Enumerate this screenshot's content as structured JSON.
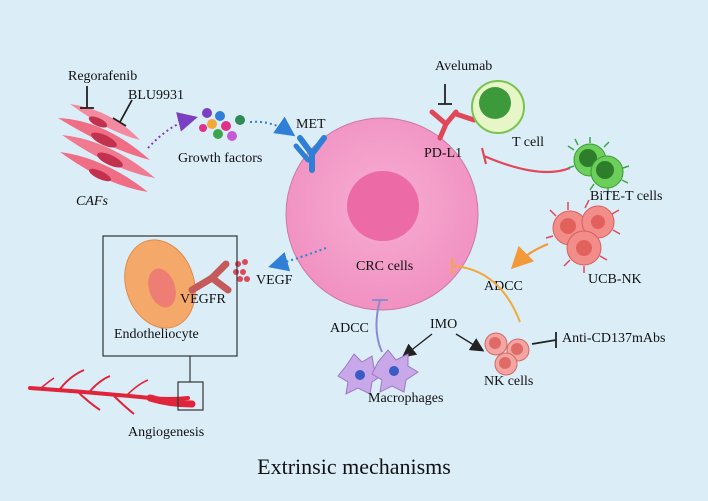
{
  "title": "Extrinsic mechanisms",
  "labels": {
    "regorafenib": "Regorafenib",
    "blu9931": "BLU9931",
    "cafs": "CAFs",
    "growth_factors": "Growth factors",
    "met": "MET",
    "avelumab": "Avelumab",
    "t_cell": "T cell",
    "pd_l1": "PD-L1",
    "bite_t_cells": "BiTE-T cells",
    "ucb_nk": "UCB-NK",
    "adcc_right": "ADCC",
    "crc_cells": "CRC cells",
    "vegf": "VEGF",
    "vegfr": "VEGFR",
    "endotheliocyte": "Endotheliocyte",
    "angiogenesis": "Angiogenesis",
    "adcc_left": "ADCC",
    "imo": "IMO",
    "macrophages": "Macrophages",
    "nk_cells": "NK cells",
    "anti_cd137": "Anti-CD137mAbs"
  },
  "colors": {
    "background": "#dbeef8",
    "crc_cell": "#f49ac8",
    "crc_nucleus": "#ee6fa8",
    "blue_arrow": "#2f7fd6",
    "purple_arrow": "#7b3fc4",
    "orange_arrow": "#f29a3a",
    "t_cell_green": "#5bb84a",
    "pdl1_red": "#e0485a",
    "vessel_red": "#e0243a"
  }
}
